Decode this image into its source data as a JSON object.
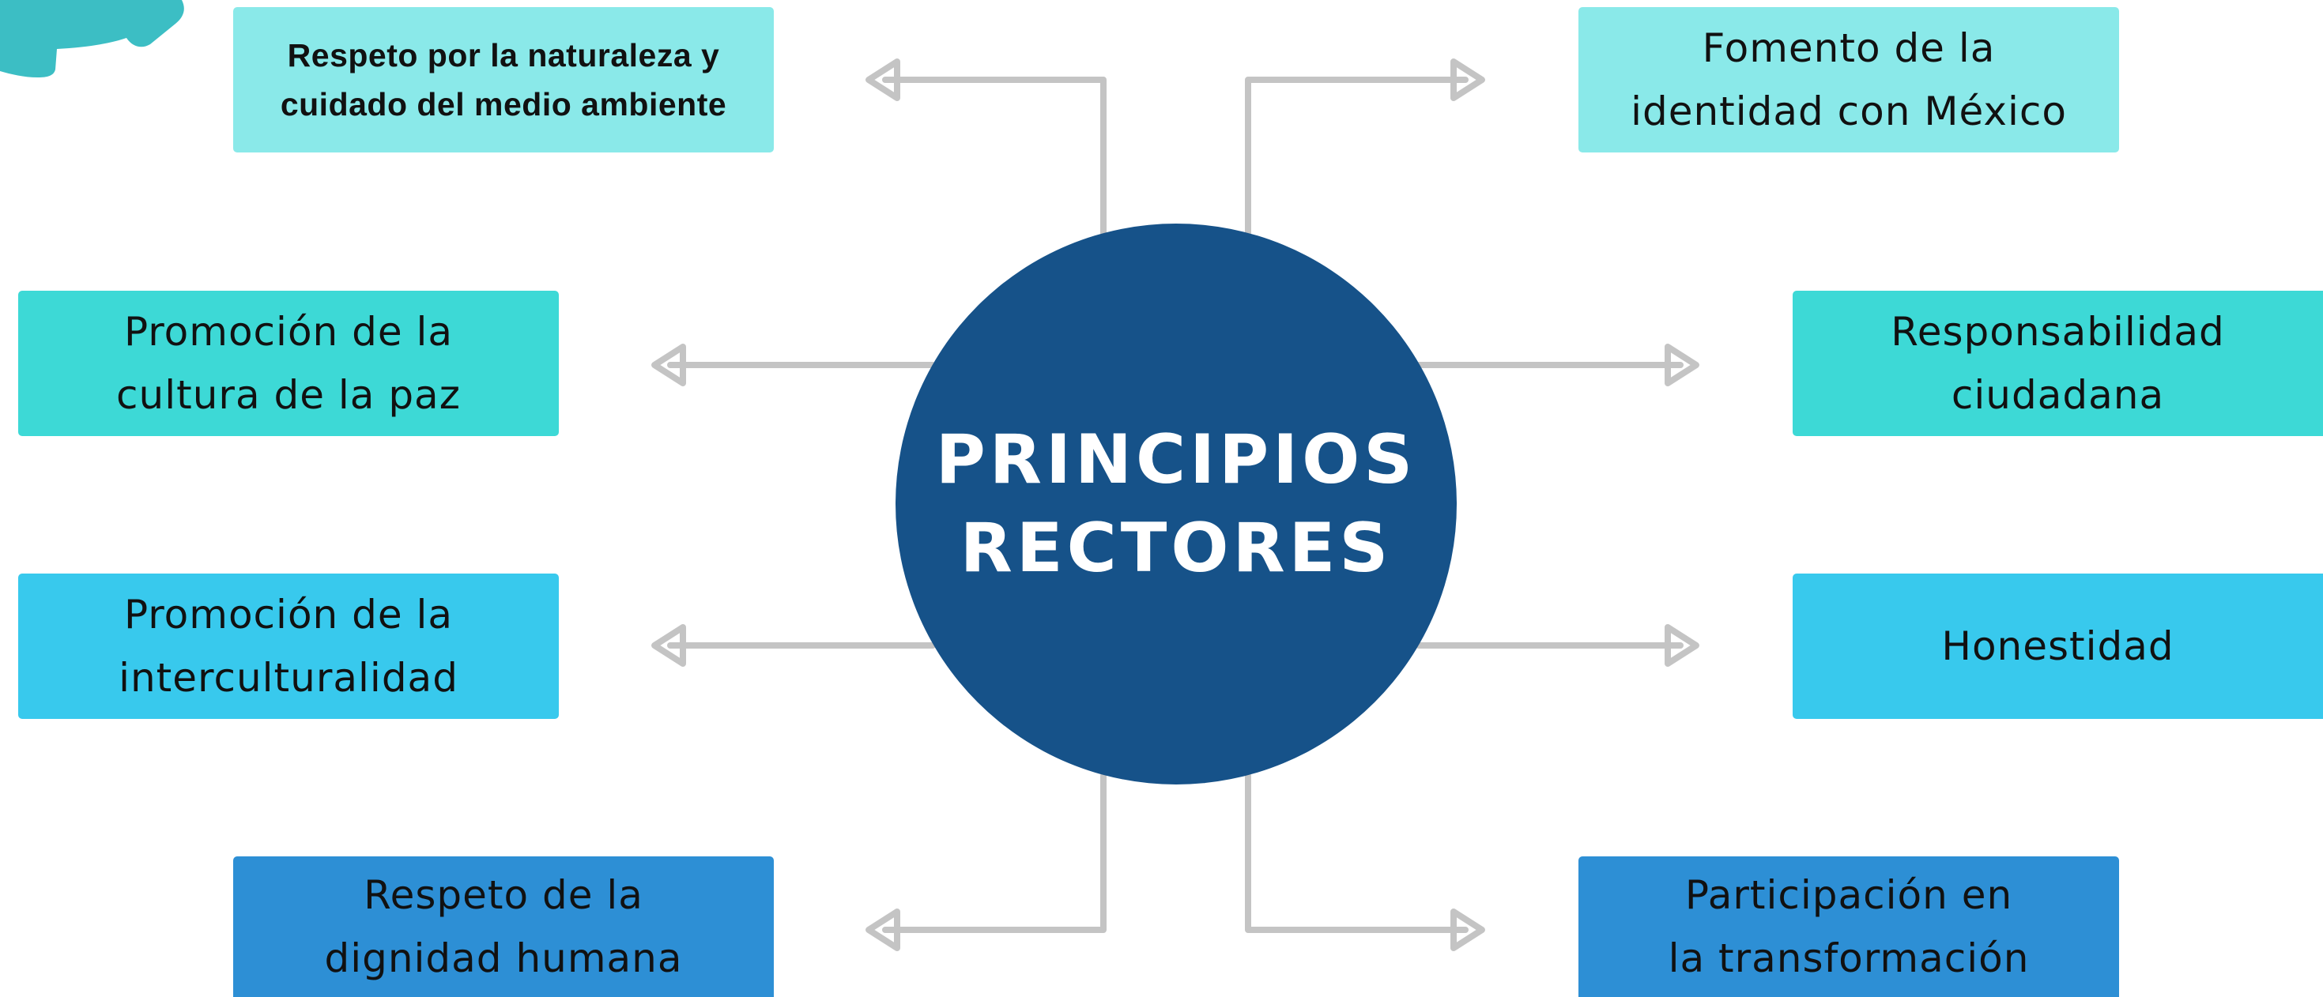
{
  "center": {
    "line1": "PRINCIPIOS",
    "line2": "RECTORES",
    "color": "#165289"
  },
  "colors": {
    "connector": "#c4c4c4",
    "deco": "#3cbec4",
    "light_cyan": "#8ae9e9",
    "turquoise": "#3dd9d6",
    "sky_blue": "#38c9ed",
    "mid_blue": "#2d8fd5"
  },
  "principles": [
    {
      "line1": "Respeto por la naturaleza y",
      "line2": "cuidado del medio ambiente"
    },
    {
      "line1": "Promoción de la",
      "line2": "cultura de la paz"
    },
    {
      "line1": "Promoción de la",
      "line2": "interculturalidad"
    },
    {
      "line1": "Respeto de la",
      "line2": "dignidad humana"
    },
    {
      "line1": "Fomento de la",
      "line2": "identidad con México"
    },
    {
      "line1": "Responsabilidad",
      "line2": "ciudadana"
    },
    {
      "line1": "Honestidad"
    },
    {
      "line1": "Participación en",
      "line2": "la transformación"
    }
  ]
}
